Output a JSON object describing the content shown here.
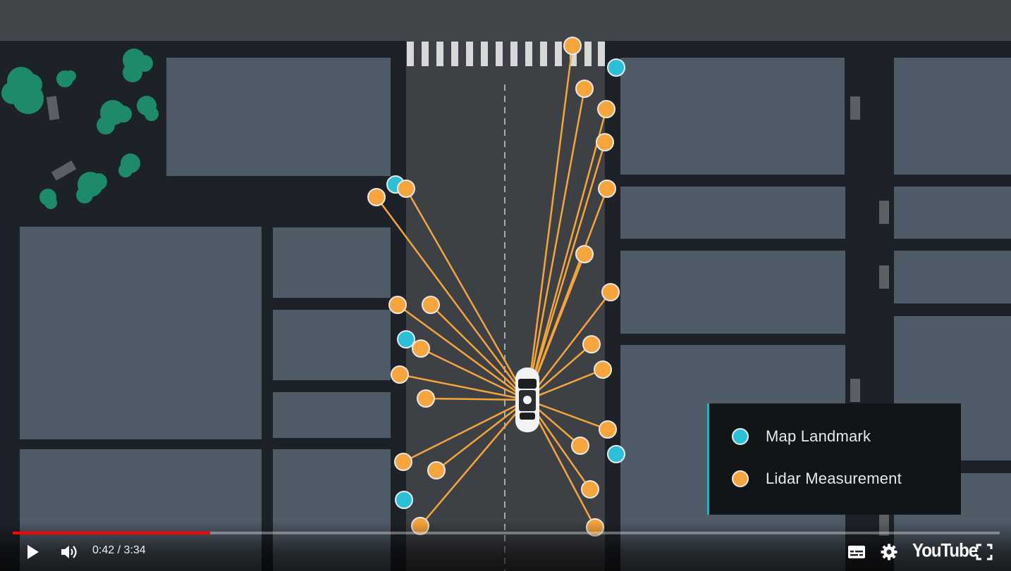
{
  "legend": {
    "landmark_label": "Map Landmark",
    "lidar_label": "Lidar Measurement",
    "landmark_color": "#2bc0d7",
    "lidar_color": "#f6a53c"
  },
  "player": {
    "current_time": "0:42",
    "duration": "3:34",
    "time_display": "0:42 / 3:34",
    "progress": 0.2,
    "logo_text": "YouTube",
    "accent_color": "#ff0000"
  },
  "icons": {
    "play": "play-icon",
    "volume": "volume-icon",
    "subtitles": "subtitles-icon",
    "settings": "gear-icon",
    "fullscreen": "fullscreen-icon"
  }
}
